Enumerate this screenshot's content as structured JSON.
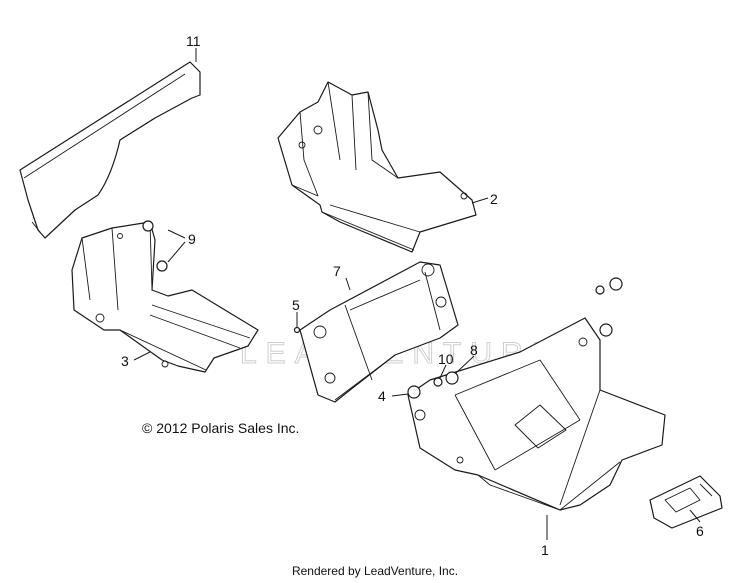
{
  "diagram": {
    "callouts": {
      "c1": "1",
      "c2": "2",
      "c3": "3",
      "c4": "4",
      "c5": "5",
      "c6": "6",
      "c7": "7",
      "c8": "8",
      "c9": "9",
      "c10": "10",
      "c11": "11"
    },
    "copyright": "© 2012 Polaris Sales Inc.",
    "watermark": "LEADVENTURE"
  },
  "footer": {
    "rendered_by": "Rendered by LeadVenture, Inc."
  }
}
